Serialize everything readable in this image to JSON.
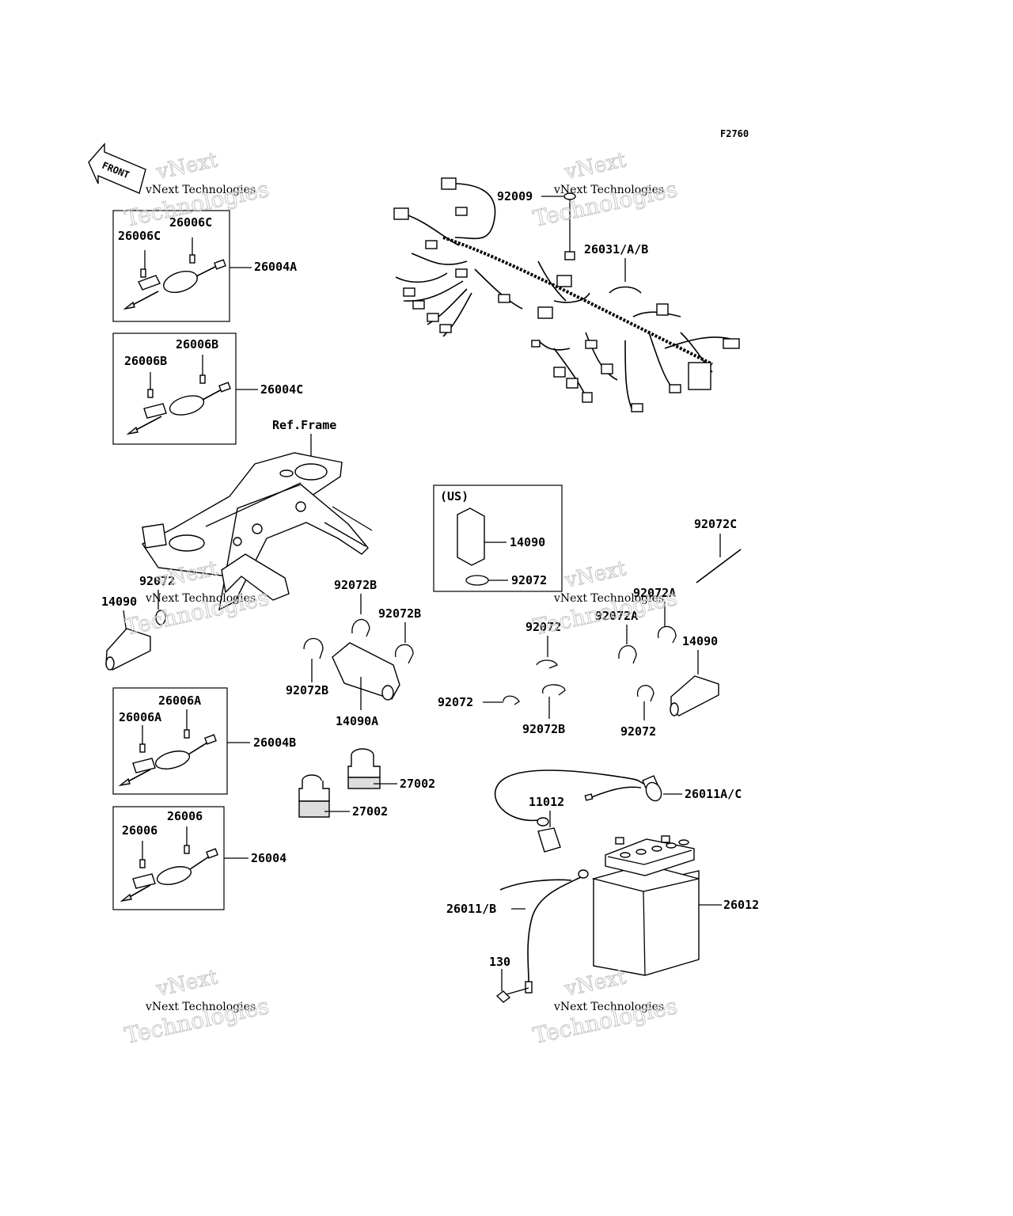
{
  "diagram_code": "F2760",
  "front_label": "FRONT",
  "watermark": {
    "line1": "vNext",
    "line2": "vNext Technologies",
    "line3": "Technologies"
  },
  "labels": {
    "p26006C_a": "26006C",
    "p26006C_b": "26006C",
    "p26004A": "26004A",
    "p26006B_a": "26006B",
    "p26006B_b": "26006B",
    "p26004C": "26004C",
    "ref_frame": "Ref.Frame",
    "p92072_left": "92072",
    "p14090_left": "14090",
    "p92072B_1": "92072B",
    "p92072B_2": "92072B",
    "p92072B_3": "92072B",
    "p14090A": "14090A",
    "p26006A_a": "26006A",
    "p26006A_b": "26006A",
    "p26004B": "26004B",
    "p27002_a": "27002",
    "p27002_b": "27002",
    "p26006_a": "26006",
    "p26006_b": "26006",
    "p26004": "26004",
    "p92009": "92009",
    "p26031": "26031/A/B",
    "us": "(US)",
    "p14090_us": "14090",
    "p92072_us": "92072",
    "p92072C": "92072C",
    "p92072A_1": "92072A",
    "p92072A_2": "92072A",
    "p92072_mid": "92072",
    "p14090_right": "14090",
    "p92072_mid2": "92072",
    "p92072B_mid": "92072B",
    "p92072_right": "92072",
    "p11012": "11012",
    "p26011AC": "26011A/C",
    "p26011B": "26011/B",
    "p26012": "26012",
    "p130": "130"
  }
}
